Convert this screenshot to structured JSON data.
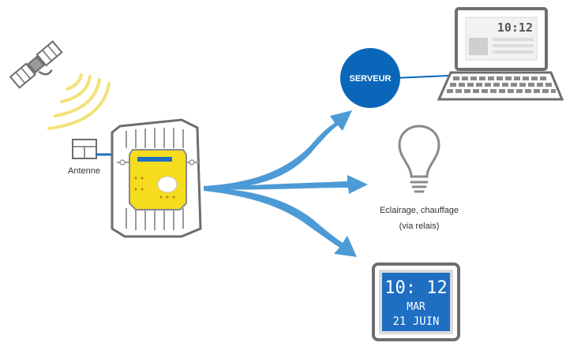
{
  "labels": {
    "antenna": "Antenne",
    "server": "SERVEUR",
    "lighting_line1": "Eclairage, chauffage",
    "lighting_line2": "(via relais)"
  },
  "laptop_screen": {
    "time": "10:12"
  },
  "clock_display": {
    "time": "10: 12",
    "day": "MAR",
    "date": "21 JUIN"
  },
  "colors": {
    "server_blue": "#0A66B8",
    "arrow_blue": "#4D9BD6",
    "device_yellow": "#F5DC1E",
    "clock_screen": "#1E6FC2",
    "signal_yellow": "#F2E27A",
    "gray_outline": "#6E6E6E"
  },
  "icons": [
    "satellite-icon",
    "signal-waves-icon",
    "antenna-icon",
    "receiver-device-icon",
    "server-icon",
    "laptop-icon",
    "light-bulb-icon",
    "digital-clock-icon"
  ]
}
